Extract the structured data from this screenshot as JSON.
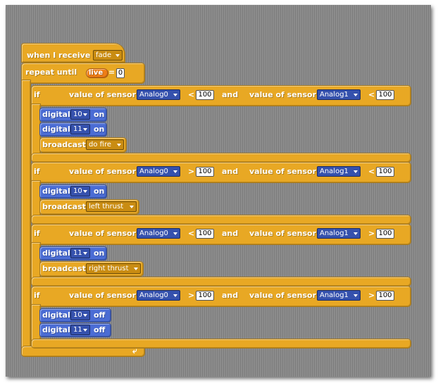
{
  "script": {
    "hat": {
      "label": "when I receive",
      "message": "fade"
    },
    "repeat": {
      "label": "repeat until",
      "condition": {
        "variable": "live",
        "operator": "=",
        "value": "0"
      }
    },
    "ifs": [
      {
        "label": "if",
        "cond": {
          "left": {
            "text": "value of sensor",
            "sensor": "Analog0",
            "op": "<",
            "value": "100"
          },
          "join": "and",
          "right": {
            "text": "value of sensor",
            "sensor": "Analog1",
            "op": "<",
            "value": "100"
          }
        },
        "body": [
          {
            "type": "digital",
            "label": "digital",
            "pin": "10",
            "state": "on"
          },
          {
            "type": "digital",
            "label": "digital",
            "pin": "11",
            "state": "on"
          },
          {
            "type": "broadcast",
            "label": "broadcast",
            "message": "do fire"
          }
        ]
      },
      {
        "label": "if",
        "cond": {
          "left": {
            "text": "value of sensor",
            "sensor": "Analog0",
            "op": ">",
            "value": "100"
          },
          "join": "and",
          "right": {
            "text": "value of sensor",
            "sensor": "Analog1",
            "op": "<",
            "value": "100"
          }
        },
        "body": [
          {
            "type": "digital",
            "label": "digital",
            "pin": "10",
            "state": "on"
          },
          {
            "type": "broadcast",
            "label": "broadcast",
            "message": "left thrust"
          }
        ]
      },
      {
        "label": "if",
        "cond": {
          "left": {
            "text": "value of sensor",
            "sensor": "Analog0",
            "op": "<",
            "value": "100"
          },
          "join": "and",
          "right": {
            "text": "value of sensor",
            "sensor": "Analog1",
            "op": ">",
            "value": "100"
          }
        },
        "body": [
          {
            "type": "digital",
            "label": "digital",
            "pin": "11",
            "state": "on"
          },
          {
            "type": "broadcast",
            "label": "broadcast",
            "message": "right thrust"
          }
        ]
      },
      {
        "label": "if",
        "cond": {
          "left": {
            "text": "value of sensor",
            "sensor": "Analog0",
            "op": ">",
            "value": "100"
          },
          "join": "and",
          "right": {
            "text": "value of sensor",
            "sensor": "Analog1",
            "op": ">",
            "value": "100"
          }
        },
        "body": [
          {
            "type": "digital",
            "label": "digital",
            "pin": "10",
            "state": "off"
          },
          {
            "type": "digital",
            "label": "digital",
            "pin": "11",
            "state": "off"
          }
        ]
      }
    ],
    "loop_end_icon": "loop-return-arrow-icon"
  },
  "colors": {
    "stage": "#8a8a8a",
    "control": "#e8a824",
    "motor": "#4a6cd4",
    "operator": "#5cb712",
    "variable": "#ee7d16",
    "sensor": "#4a6cd4"
  }
}
